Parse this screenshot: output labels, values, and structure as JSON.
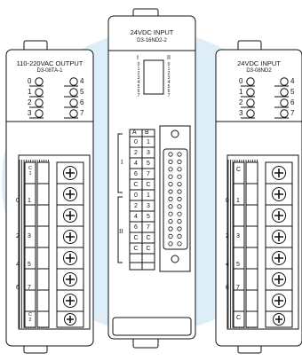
{
  "modules": {
    "left": {
      "title": "110-220VAC OUTPUT",
      "model": "D3-08TA-1",
      "leds_left": [
        "0",
        "1",
        "2",
        "3"
      ],
      "leds_right": [
        "4",
        "5",
        "6",
        "7"
      ],
      "term_left": [
        "C 1",
        "0",
        "1",
        "2",
        "3",
        "4",
        "5",
        "6",
        "7",
        "C 2"
      ]
    },
    "center": {
      "title": "24VDC INPUT",
      "model": "D3-16ND2-2",
      "group_i": "I",
      "group_ii": "II",
      "digits": [
        "0",
        "1",
        "2",
        "3",
        "4",
        "5",
        "6",
        "7"
      ],
      "pin_header_a": "A",
      "pin_header_b": "B",
      "pins_a": [
        "0",
        "2",
        "4",
        "6",
        "C",
        "0",
        "2",
        "4",
        "6",
        "C",
        "C"
      ],
      "pins_b": [
        "1",
        "3",
        "5",
        "7",
        "C",
        "1",
        "3",
        "5",
        "7",
        "C",
        "C"
      ]
    },
    "right": {
      "title": "24VDC INPUT",
      "model": "D3-08ND2",
      "leds_left": [
        "0",
        "1",
        "2",
        "3"
      ],
      "leds_right": [
        "4",
        "5",
        "6",
        "7"
      ],
      "term_left": [
        "C",
        "0",
        "1",
        "2",
        "3",
        "4",
        "5",
        "6",
        "7",
        "C"
      ]
    }
  },
  "colors": {
    "background_circle": "#ddeef9",
    "outline": "#111111",
    "module_fill": "#ffffff"
  }
}
